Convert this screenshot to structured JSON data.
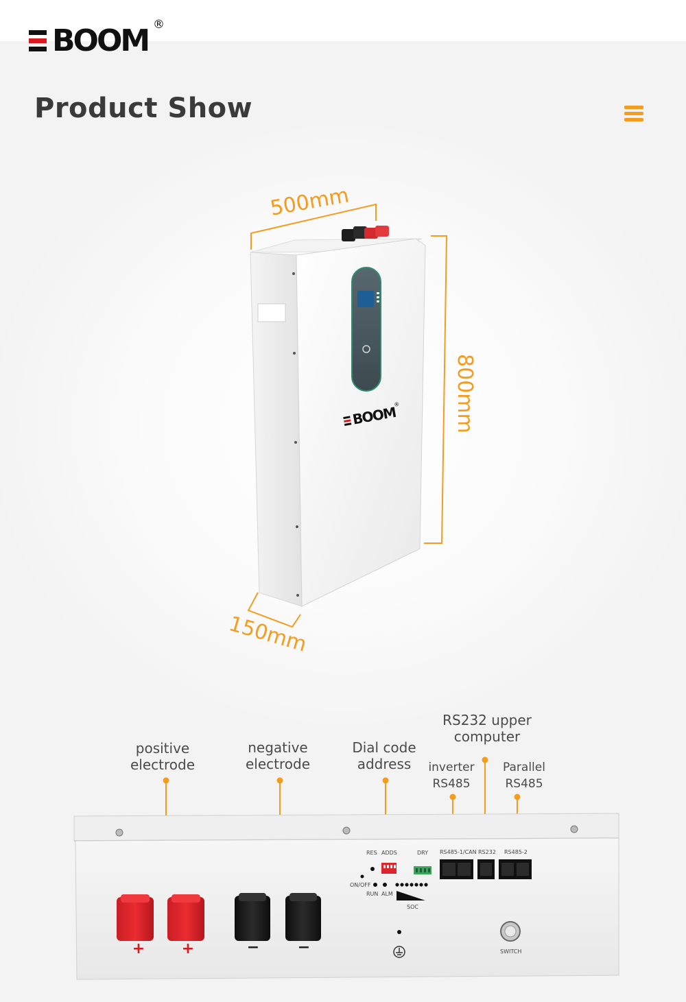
{
  "brand": {
    "logo_text": "BOOM",
    "logo_registered": "®"
  },
  "header": {
    "title": "Product Show",
    "menu_icon": "hamburger-menu-icon"
  },
  "dimensions": {
    "width": "500mm",
    "height": "800mm",
    "depth": "150mm"
  },
  "battery_front": {
    "brand_text": "BOOM",
    "brand_registered": "®"
  },
  "callouts": {
    "positive": "positive\nelectrode",
    "negative": "negative\nelectrode",
    "dial": "Dial code\naddress",
    "rs232": "RS232 upper\ncomputer",
    "inverter": "inverter\nRS485",
    "parallel": "Parallel\nRS485"
  },
  "panel_labels": {
    "res": "RES",
    "adds": "ADDS",
    "dry": "DRY",
    "rs485_can": "RS485-1/CAN",
    "rs232": "RS232",
    "rs485_2": "RS485-2",
    "onoff": "ON/OFF",
    "run": "RUN",
    "alm": "ALM",
    "soc": "SOC",
    "switch": "SWITCH",
    "plus": "+",
    "minus": "−"
  },
  "colors": {
    "accent": "#f39c1e",
    "brand_red": "#d71920",
    "terminal_red": "#e0262c",
    "terminal_black": "#1a1a1a"
  }
}
